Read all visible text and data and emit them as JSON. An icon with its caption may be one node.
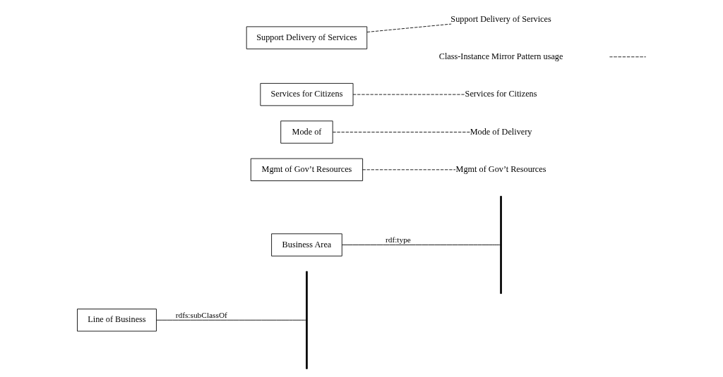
{
  "diagram": {
    "nodes": [
      {
        "text": [
          "Line of Business"
        ]
      },
      {
        "text": [
          "Business Area"
        ]
      },
      {
        "text": [],
        "shape": "bar"
      },
      {
        "text": [
          "Mgmt of Gov’t Resources"
        ]
      },
      {
        "text": [
          "Mode of"
        ]
      },
      {
        "text": [
          "Services for Citizens"
        ]
      },
      {
        "text": [
          "Support Delivery of Services"
        ]
      },
      {
        "text": [],
        "shape": "bar"
      },
      {
        "text": [
          "Mgmt of Gov’t Resources"
        ]
      },
      {
        "text": [
          "Mode of Delivery"
        ]
      },
      {
        "text": [
          "Services for Citizens"
        ]
      },
      {
        "text": [
          "Support Delivery of Services"
        ]
      }
    ],
    "edges": [
      {
        "from": 0,
        "to": 2,
        "arrow": "none",
        "label": "rdfs:subClassOf"
      },
      {
        "from": 1,
        "to": 7,
        "arrow": "none",
        "label": "rdf:type"
      },
      {
        "from": 3,
        "to": 8,
        "arrow": "none",
        "style": "dashed"
      },
      {
        "from": 4,
        "to": 9,
        "arrow": "none",
        "style": "dashed"
      },
      {
        "from": 5,
        "to": 10,
        "arrow": "none",
        "style": "dashed"
      },
      {
        "from": 6,
        "to": 11,
        "arrow": "none",
        "style": "dashed"
      }
    ],
    "legend": [
      {
        "text": "Class-Instance Mirror Pattern usage"
      }
    ]
  }
}
